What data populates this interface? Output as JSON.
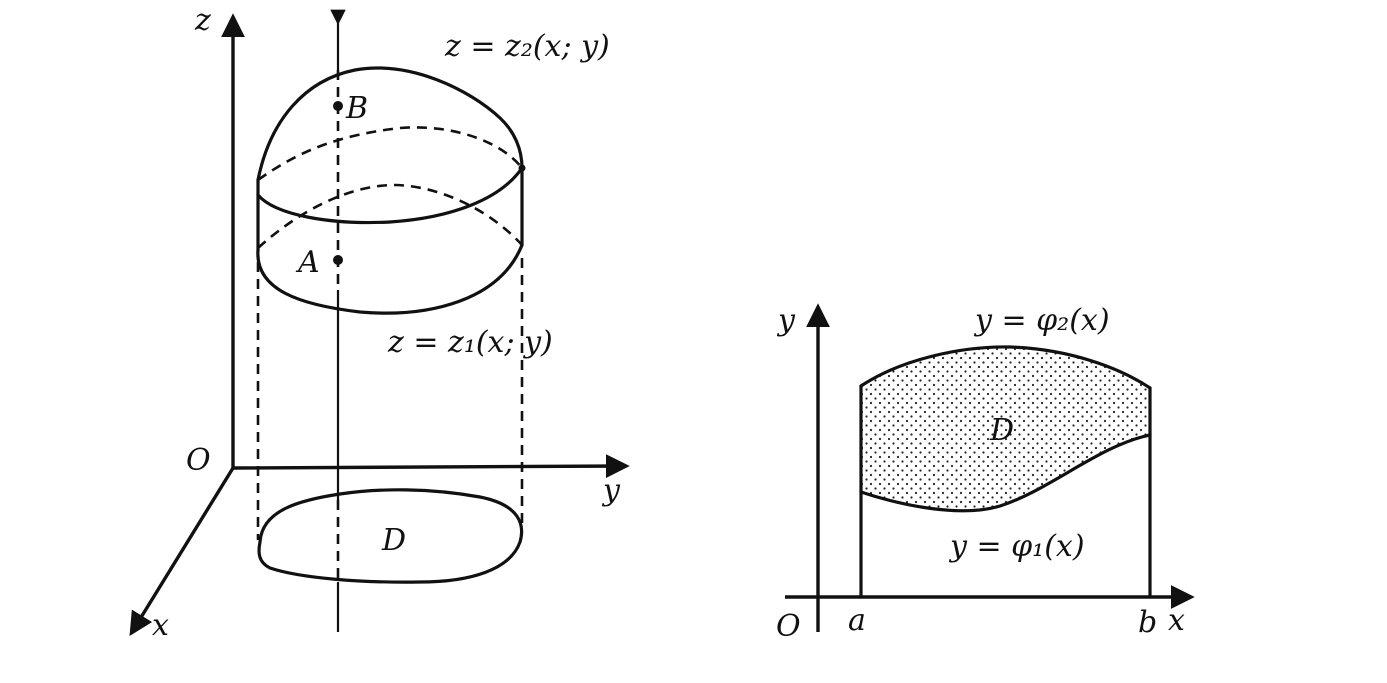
{
  "left_figure": {
    "axis_z": "z",
    "axis_y": "y",
    "axis_x": "x",
    "origin": "O",
    "point_B": "B",
    "point_A": "A",
    "region": "D",
    "upper_surface": "z = z₂(x; y)",
    "lower_surface": "z = z₁(x; y)"
  },
  "right_figure": {
    "axis_y": "y",
    "axis_x": "x",
    "origin": "O",
    "tick_a": "a",
    "tick_b": "b",
    "region": "D",
    "upper_curve": "y = φ₂(x)",
    "lower_curve": "y = φ₁(x)"
  }
}
